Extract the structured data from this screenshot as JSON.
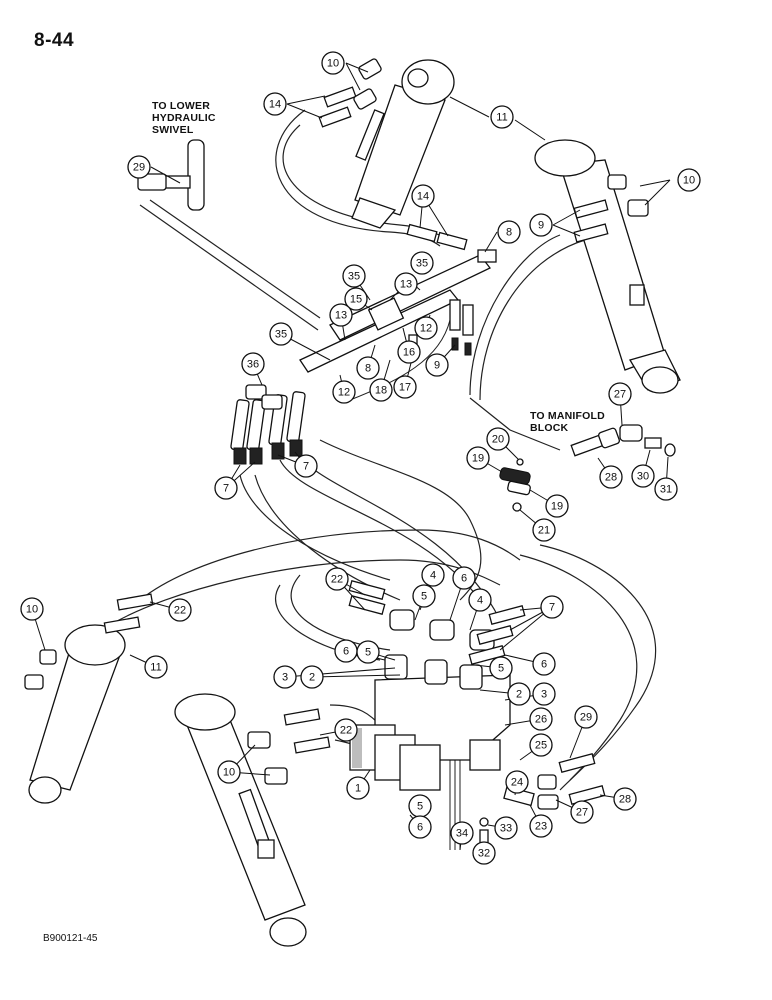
{
  "page_number": "8-44",
  "figure_code": "B900121-45",
  "notes": {
    "lower_swivel": [
      "TO LOWER",
      "HYDRAULIC",
      "SWIVEL"
    ],
    "manifold": [
      "TO MANIFOLD",
      "BLOCK"
    ]
  },
  "callouts": [
    {
      "id": "c10a",
      "label": "10"
    },
    {
      "id": "c14a",
      "label": "14"
    },
    {
      "id": "c11a",
      "label": "11"
    },
    {
      "id": "c29a",
      "label": "29"
    },
    {
      "id": "c10b",
      "label": "10"
    },
    {
      "id": "c9a",
      "label": "9"
    },
    {
      "id": "c14b",
      "label": "14"
    },
    {
      "id": "c8a",
      "label": "8"
    },
    {
      "id": "c35a",
      "label": "35"
    },
    {
      "id": "c35b",
      "label": "35"
    },
    {
      "id": "c13a",
      "label": "13"
    },
    {
      "id": "c15",
      "label": "15"
    },
    {
      "id": "c35c",
      "label": "35"
    },
    {
      "id": "c13b",
      "label": "13"
    },
    {
      "id": "c12a",
      "label": "12"
    },
    {
      "id": "c16",
      "label": "16"
    },
    {
      "id": "c9b",
      "label": "9"
    },
    {
      "id": "c36",
      "label": "36"
    },
    {
      "id": "c8b",
      "label": "8"
    },
    {
      "id": "c17",
      "label": "17"
    },
    {
      "id": "c12b",
      "label": "12"
    },
    {
      "id": "c18",
      "label": "18"
    },
    {
      "id": "c27a",
      "label": "27"
    },
    {
      "id": "c20",
      "label": "20"
    },
    {
      "id": "c19a",
      "label": "19"
    },
    {
      "id": "c28a",
      "label": "28"
    },
    {
      "id": "c30",
      "label": "30"
    },
    {
      "id": "c31",
      "label": "31"
    },
    {
      "id": "c7a",
      "label": "7"
    },
    {
      "id": "c7b",
      "label": "7"
    },
    {
      "id": "c19b",
      "label": "19"
    },
    {
      "id": "c21",
      "label": "21"
    },
    {
      "id": "c22a",
      "label": "22"
    },
    {
      "id": "c4a",
      "label": "4"
    },
    {
      "id": "c6a",
      "label": "6"
    },
    {
      "id": "c5a",
      "label": "5"
    },
    {
      "id": "c4b",
      "label": "4"
    },
    {
      "id": "c7c",
      "label": "7"
    },
    {
      "id": "c10c",
      "label": "10"
    },
    {
      "id": "c22b",
      "label": "22"
    },
    {
      "id": "c6b",
      "label": "6"
    },
    {
      "id": "c5b",
      "label": "5"
    },
    {
      "id": "c5c",
      "label": "5"
    },
    {
      "id": "c6c",
      "label": "6"
    },
    {
      "id": "c11b",
      "label": "11"
    },
    {
      "id": "c3a",
      "label": "3"
    },
    {
      "id": "c2a",
      "label": "2"
    },
    {
      "id": "c2b",
      "label": "2"
    },
    {
      "id": "c3b",
      "label": "3"
    },
    {
      "id": "c22c",
      "label": "22"
    },
    {
      "id": "c26",
      "label": "26"
    },
    {
      "id": "c29b",
      "label": "29"
    },
    {
      "id": "c25",
      "label": "25"
    },
    {
      "id": "c10d",
      "label": "10"
    },
    {
      "id": "c1",
      "label": "1"
    },
    {
      "id": "c24",
      "label": "24"
    },
    {
      "id": "c27b",
      "label": "27"
    },
    {
      "id": "c28b",
      "label": "28"
    },
    {
      "id": "c5d",
      "label": "5"
    },
    {
      "id": "c23",
      "label": "23"
    },
    {
      "id": "c6d",
      "label": "6"
    },
    {
      "id": "c34",
      "label": "34"
    },
    {
      "id": "c33",
      "label": "33"
    },
    {
      "id": "c32",
      "label": "32"
    }
  ]
}
